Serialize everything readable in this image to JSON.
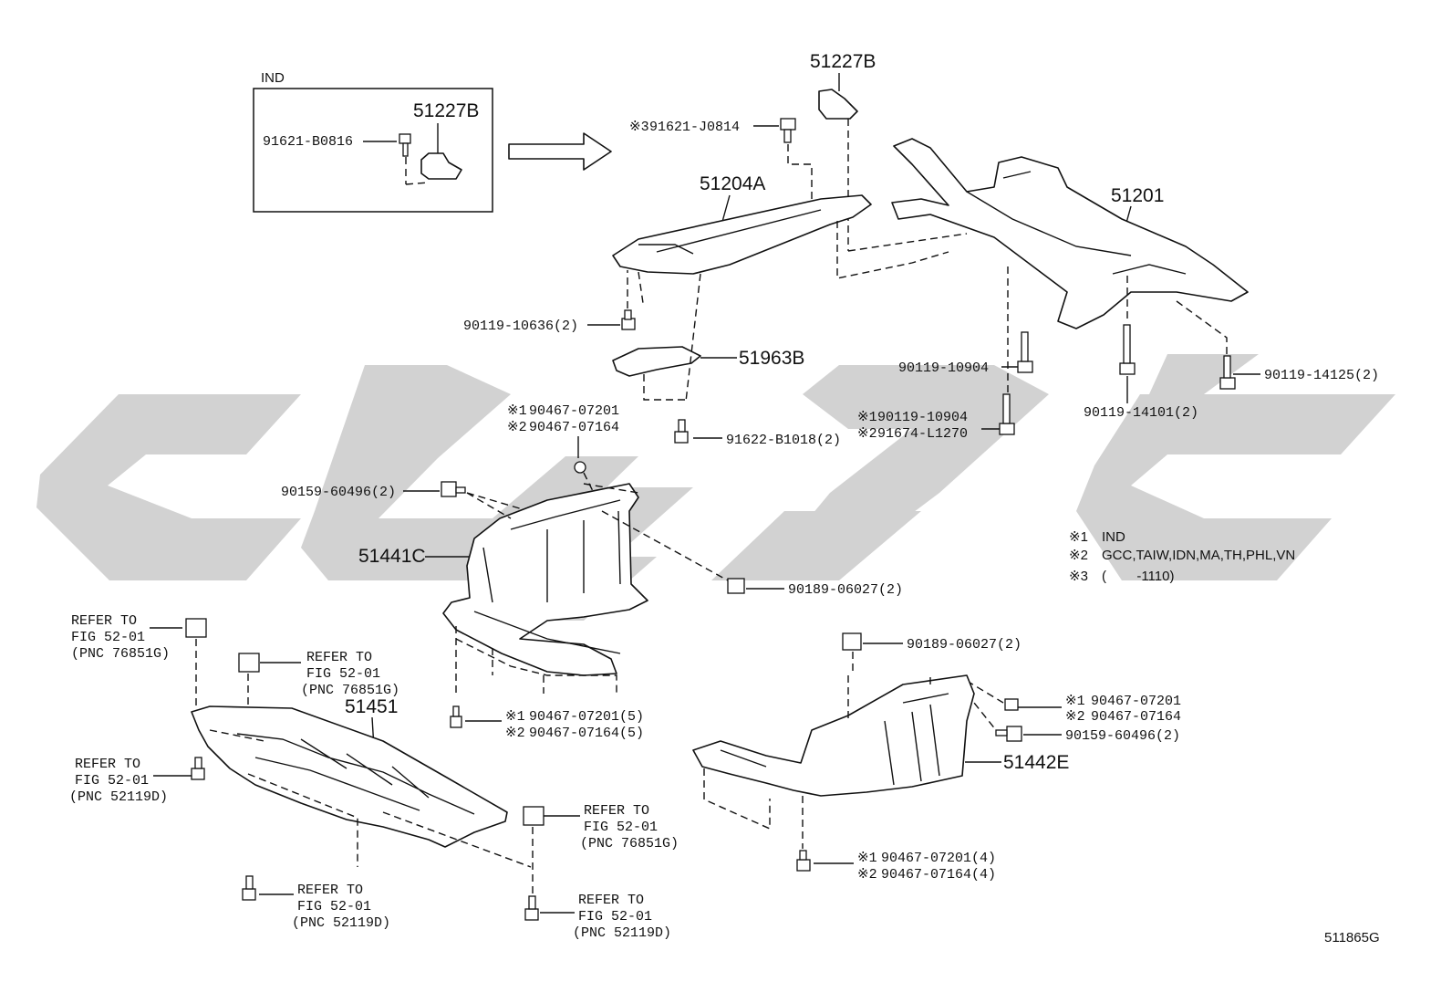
{
  "inset": {
    "region": "IND",
    "bolt": "91621-B0816",
    "bracket": "51227B"
  },
  "parts": {
    "bracket_top": "51227B",
    "bolt_top": "91621-J0814",
    "bolt_top_mark": "※3",
    "brace": "51204A",
    "crossmember": "51201",
    "bolt_brace": "90119-10636(2)",
    "plate": "51963B",
    "bolt_plate": "91622-B1018(2)",
    "bolt_cm_a": "90119-10904",
    "bolt_cm_b1": "90119-10904",
    "bolt_cm_b2": "91674-L1270",
    "bolt_cm_c": "90119-14101(2)",
    "bolt_cm_d": "90119-14125(2)",
    "clip_a1": "90467-07201",
    "clip_a2": "90467-07164",
    "screw_a": "90159-60496(2)",
    "cover_c": "51441C",
    "nut_a": "90189-06027(2)",
    "nut_b": "90189-06027(2)",
    "clip_b1": "90467-07201(5)",
    "clip_b2": "90467-07164(5)",
    "cover_main": "51451",
    "clip_c1": "90467-07201",
    "clip_c2": "90467-07164",
    "screw_b": "90159-60496(2)",
    "cover_e": "51442E",
    "clip_d1": "90467-07201(4)",
    "clip_d2": "90467-07164(4)"
  },
  "marks": {
    "m1": "※1",
    "m2": "※2"
  },
  "refs": {
    "r1": [
      "REFER TO",
      "FIG 52-01",
      "(PNC 76851G)"
    ],
    "r2": [
      "REFER TO",
      "FIG 52-01",
      "(PNC 76851G)"
    ],
    "r3": [
      "REFER TO",
      "FIG 52-01",
      "(PNC 52119D)"
    ],
    "r4": [
      "REFER TO",
      "FIG 52-01",
      "(PNC 76851G)"
    ],
    "r5": [
      "REFER TO",
      "FIG 52-01",
      "(PNC 52119D)"
    ],
    "r6": [
      "REFER TO",
      "FIG 52-01",
      "(PNC 52119D)"
    ]
  },
  "legend": [
    {
      "mark": "※1",
      "text": "IND"
    },
    {
      "mark": "※2",
      "text": "GCC,TAIW,IDN,MA,TH,PHL,VN"
    },
    {
      "mark": "※3",
      "text": "(        -1110)"
    }
  ],
  "figure_id": "511865G"
}
